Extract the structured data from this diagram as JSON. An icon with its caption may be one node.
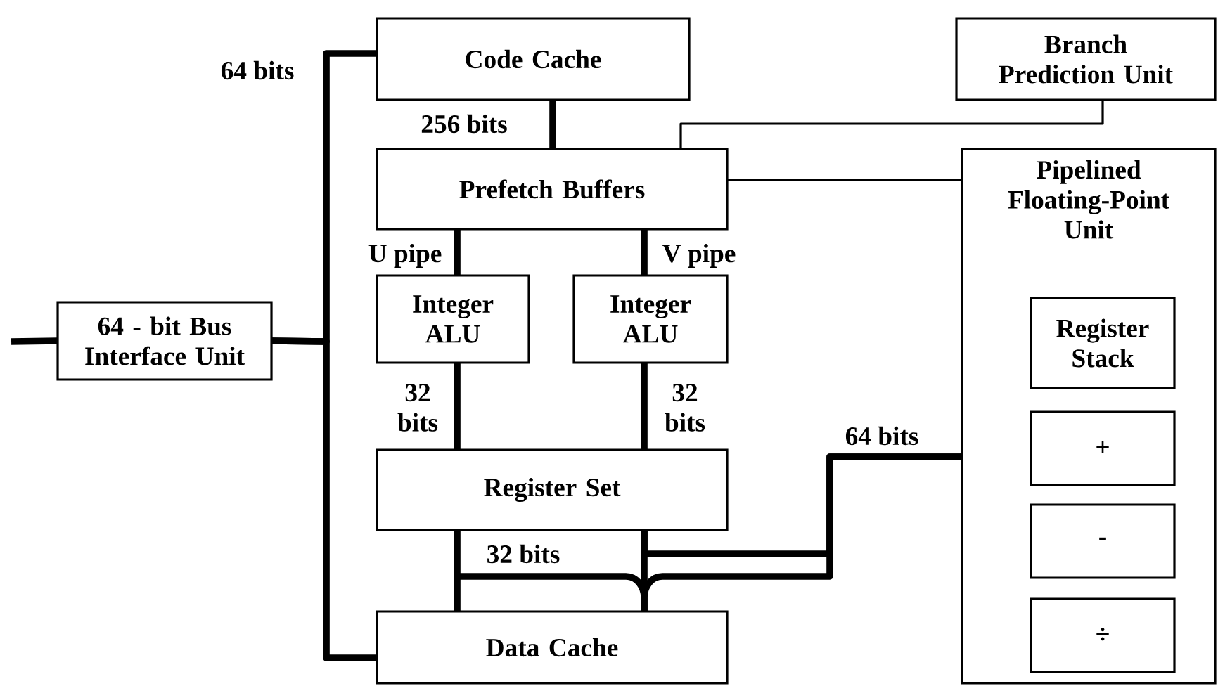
{
  "diagram": {
    "nodes": [
      {
        "text": [
          "Code Cache"
        ]
      },
      {
        "text": [
          "Branch Prediction Unit"
        ]
      },
      {
        "text": [
          "Prefetch Buffers"
        ]
      },
      {
        "text": [
          "Pipelined Floating-Point Unit"
        ]
      },
      {
        "text": [
          "Integer ALU"
        ]
      },
      {
        "text": [
          "Integer ALU"
        ]
      },
      {
        "text": [
          "64 - bit Bus Interface Unit"
        ]
      },
      {
        "text": [
          "Register Set"
        ]
      },
      {
        "text": [
          "Data Cache"
        ]
      },
      {
        "text": [
          "Register Stack"
        ],
        "in": 3
      },
      {
        "text": [
          "+"
        ],
        "in": 3
      },
      {
        "text": [
          "-"
        ],
        "in": 3
      },
      {
        "text": [
          "÷"
        ],
        "in": 3
      }
    ],
    "edges": [
      {
        "from": 6,
        "to": 0,
        "arrow": "none",
        "label": "64 bits"
      },
      {
        "from": 6,
        "to": 8,
        "arrow": "none"
      },
      {
        "from": null,
        "to": 6,
        "arrow": "none"
      },
      {
        "from": 0,
        "to": 2,
        "arrow": "none",
        "label": "256 bits"
      },
      {
        "from": 1,
        "to": 2,
        "arrow": "none"
      },
      {
        "from": 2,
        "to": 3,
        "arrow": "none"
      },
      {
        "from": 2,
        "to": 4,
        "arrow": "none",
        "label": "U pipe"
      },
      {
        "from": 2,
        "to": 5,
        "arrow": "none",
        "label": "V pipe"
      },
      {
        "from": 4,
        "to": 7,
        "arrow": "none",
        "label": "32 bits"
      },
      {
        "from": 5,
        "to": 7,
        "arrow": "none",
        "label": "32 bits"
      },
      {
        "from": 7,
        "to": 8,
        "arrow": "none"
      },
      {
        "from": 7,
        "to": 8,
        "arrow": "none"
      },
      {
        "from": 7,
        "to": 3,
        "arrow": "none",
        "label": "64 bits"
      },
      {
        "from": 8,
        "to": 3,
        "arrow": "none",
        "label": "32 bits"
      }
    ]
  }
}
